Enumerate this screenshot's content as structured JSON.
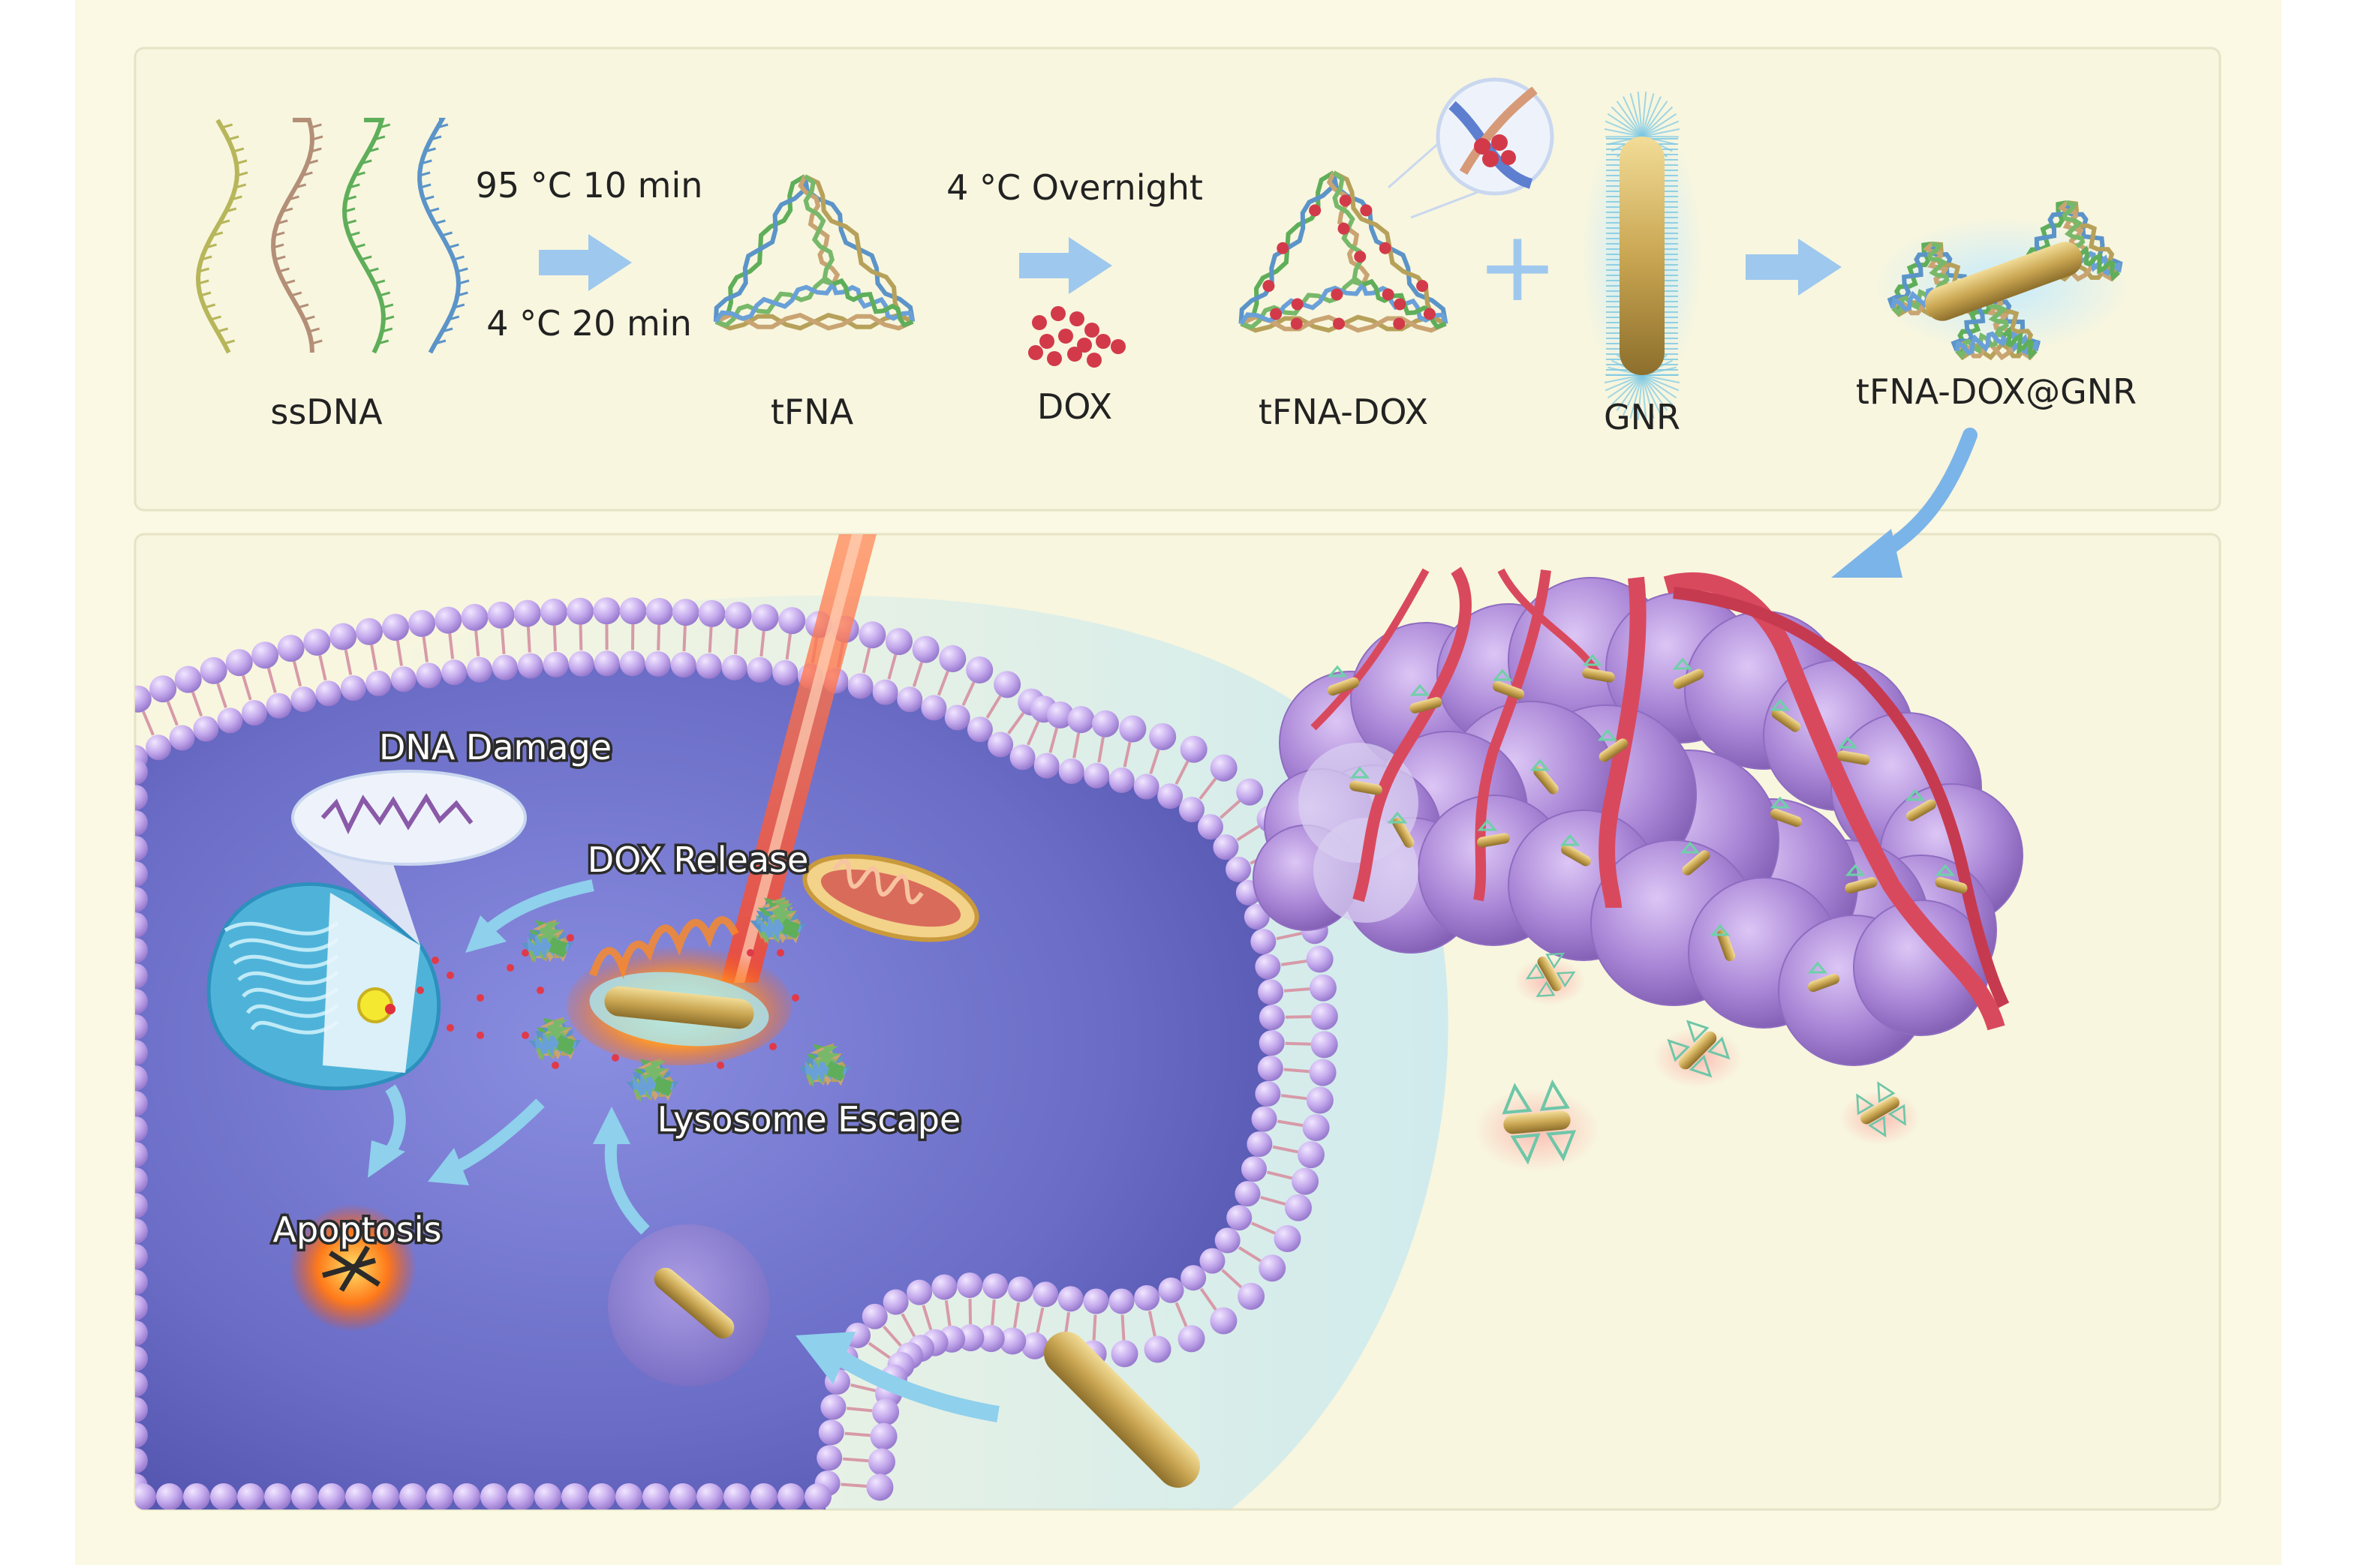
{
  "top_panel": {
    "ssdna_label": "ssDNA",
    "heat_step": "95 °C 10 min",
    "cool_step": "4 °C 20 min",
    "tfna_label": "tFNA",
    "incubation_step": "4 °C Overnight",
    "dox_label": "DOX",
    "tfna_dox_label": "tFNA-DOX",
    "plus_sign": "+",
    "gnr_label": "GNR",
    "complex_label": "tFNA-DOX@GNR"
  },
  "bottom_panel": {
    "dna_damage": "DNA Damage",
    "dox_release": "DOX Release",
    "lysosome_escape": "Lysosome Escape",
    "apoptosis": "Apoptosis"
  },
  "colors": {
    "page_background": "#fbf8e3",
    "panel_background": "#f8f6df",
    "cell_interior": "#6f71c9",
    "membrane_bead": "#c3a8ec",
    "arrow": "#9ec8ee",
    "gold_rod": "#c9a652",
    "laser": "#ff6a3c",
    "vessel": "#d9495e",
    "tumor": "#a985d6"
  }
}
